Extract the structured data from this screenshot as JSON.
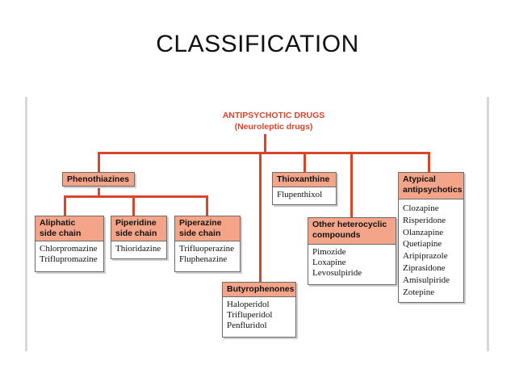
{
  "title": "CLASSIFICATION",
  "colors": {
    "accent": "#d8452b",
    "header_fill": "#f4a488",
    "border": "#6b6b6b"
  },
  "root": {
    "line1": "ANTIPSYCHOTIC DRUGS",
    "line2": "(Neuroleptic drugs)"
  },
  "phenothiazines": {
    "label": "Phenothiazines"
  },
  "aliphatic": {
    "lines": [
      "Aliphatic",
      "side chain"
    ],
    "drugs": [
      "Chlorpromazine",
      "Triflupromazine"
    ]
  },
  "piperidine": {
    "lines": [
      "Piperidine",
      "side chain"
    ],
    "drugs": [
      "Thioridazine"
    ]
  },
  "piperazine": {
    "lines": [
      "Piperazine",
      "side chain"
    ],
    "drugs": [
      "Trifluoperazine",
      "Fluphenazine"
    ]
  },
  "butyrophenones": {
    "lines": [
      "Butyrophenones"
    ],
    "drugs": [
      "Haloperidol",
      "Trifluperidol",
      "Penfluridol"
    ]
  },
  "thioxanthine": {
    "lines": [
      "Thioxanthine"
    ],
    "drugs": [
      "Flupenthixol"
    ]
  },
  "other_heterocyclic": {
    "lines": [
      "Other heterocyclic",
      "compounds"
    ],
    "drugs": [
      "Pimozide",
      "Loxapine",
      "Levosulpiride"
    ]
  },
  "atypical": {
    "lines": [
      "Atypical",
      "antipsychotics"
    ],
    "drugs": [
      "Clozapine",
      "Risperidone",
      "Olanzapine",
      "Quetiapine",
      "Aripiprazole",
      "Ziprasidone",
      "Amisulpiride",
      "Zotepine"
    ]
  }
}
